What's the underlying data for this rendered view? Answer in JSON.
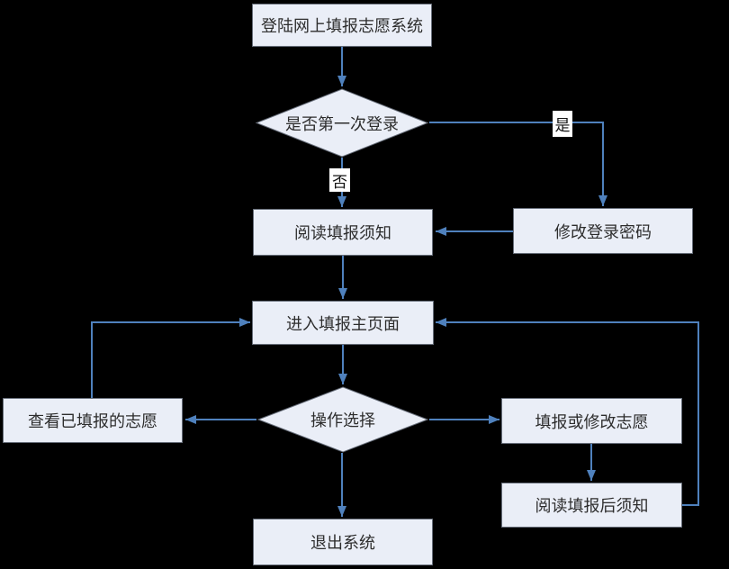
{
  "colors": {
    "canvas_bg": "#000000",
    "node_fill": "#eaeef7",
    "node_border": "#666d79",
    "connector": "#4f81bd",
    "text": "#2d2d2d",
    "label_bg": "#ffffff"
  },
  "nodes": {
    "login": {
      "label": "登陆网上填报志愿系统"
    },
    "first_login": {
      "label": "是否第一次登录"
    },
    "change_password": {
      "label": "修改登录密码"
    },
    "read_notes": {
      "label": "阅读填报须知"
    },
    "main_page": {
      "label": "进入填报主页面"
    },
    "operation_choice": {
      "label": "操作选择"
    },
    "view_volunteers": {
      "label": "查看已填报的志愿"
    },
    "fill_modify": {
      "label": "填报或修改志愿"
    },
    "read_after_notes": {
      "label": "阅读填报后须知"
    },
    "exit_system": {
      "label": "退出系统"
    }
  },
  "edge_labels": {
    "yes": "是",
    "no": "否"
  }
}
